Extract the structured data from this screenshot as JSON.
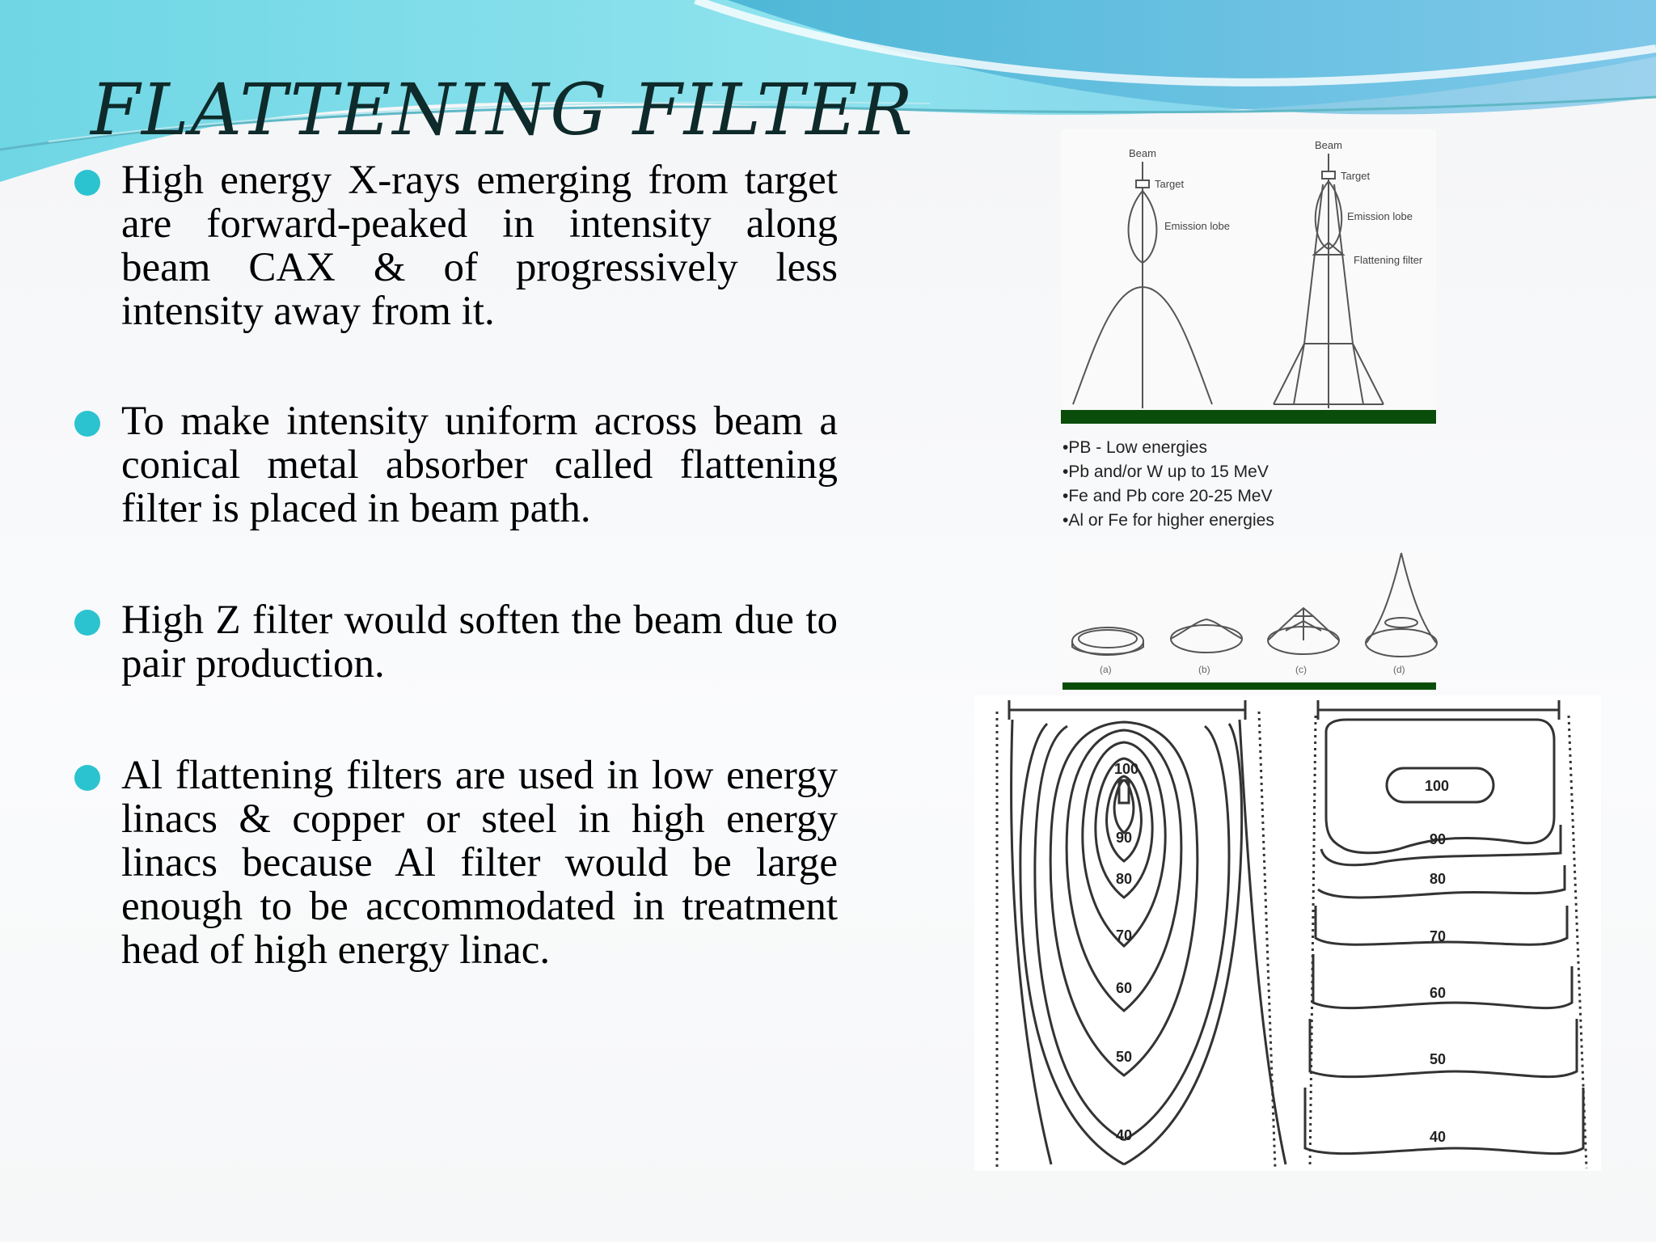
{
  "slide": {
    "title": "FLATTENING FILTER",
    "bullets": [
      {
        "text": "High energy X-rays emerging from target are forward-peaked in intensity along beam CAX & of progressively less intensity away from it."
      },
      {
        "text": "To make intensity uniform across beam a conical metal absorber called flattening filter is placed in beam path."
      },
      {
        "text": "High Z filter would soften the beam due to pair production."
      },
      {
        "text": "Al flattening filters are used in low energy linacs & copper or steel in high energy linacs because Al filter would be large enough to be accommodated in treatment head of high energy linac."
      }
    ]
  },
  "figure_beam": {
    "left": {
      "beam": "Beam",
      "target": "Target",
      "lobe": "Emission lobe"
    },
    "right": {
      "beam": "Beam",
      "target": "Target",
      "lobe": "Emission lobe",
      "filter": "Flattening filter"
    }
  },
  "figure_materials": [
    "•PB - Low energies",
    "•Pb and/or W up to 15 MeV",
    "•Fe and Pb core 20-25 MeV",
    "•Al or Fe for higher energies"
  ],
  "figure_shapes": [
    "(a)",
    "(b)",
    "(c)",
    "(d)"
  ],
  "figure_isodose": {
    "left_labels": [
      "100",
      "90",
      "80",
      "70",
      "60",
      "50",
      "40"
    ],
    "right_labels": [
      "100",
      "90",
      "80",
      "70",
      "60",
      "50",
      "40"
    ]
  },
  "colors": {
    "accent": "#2bc3d0",
    "wave_light": "#7fe0ea",
    "wave_dark": "#3aa9cf",
    "green_bar": "#0a4d0a"
  }
}
